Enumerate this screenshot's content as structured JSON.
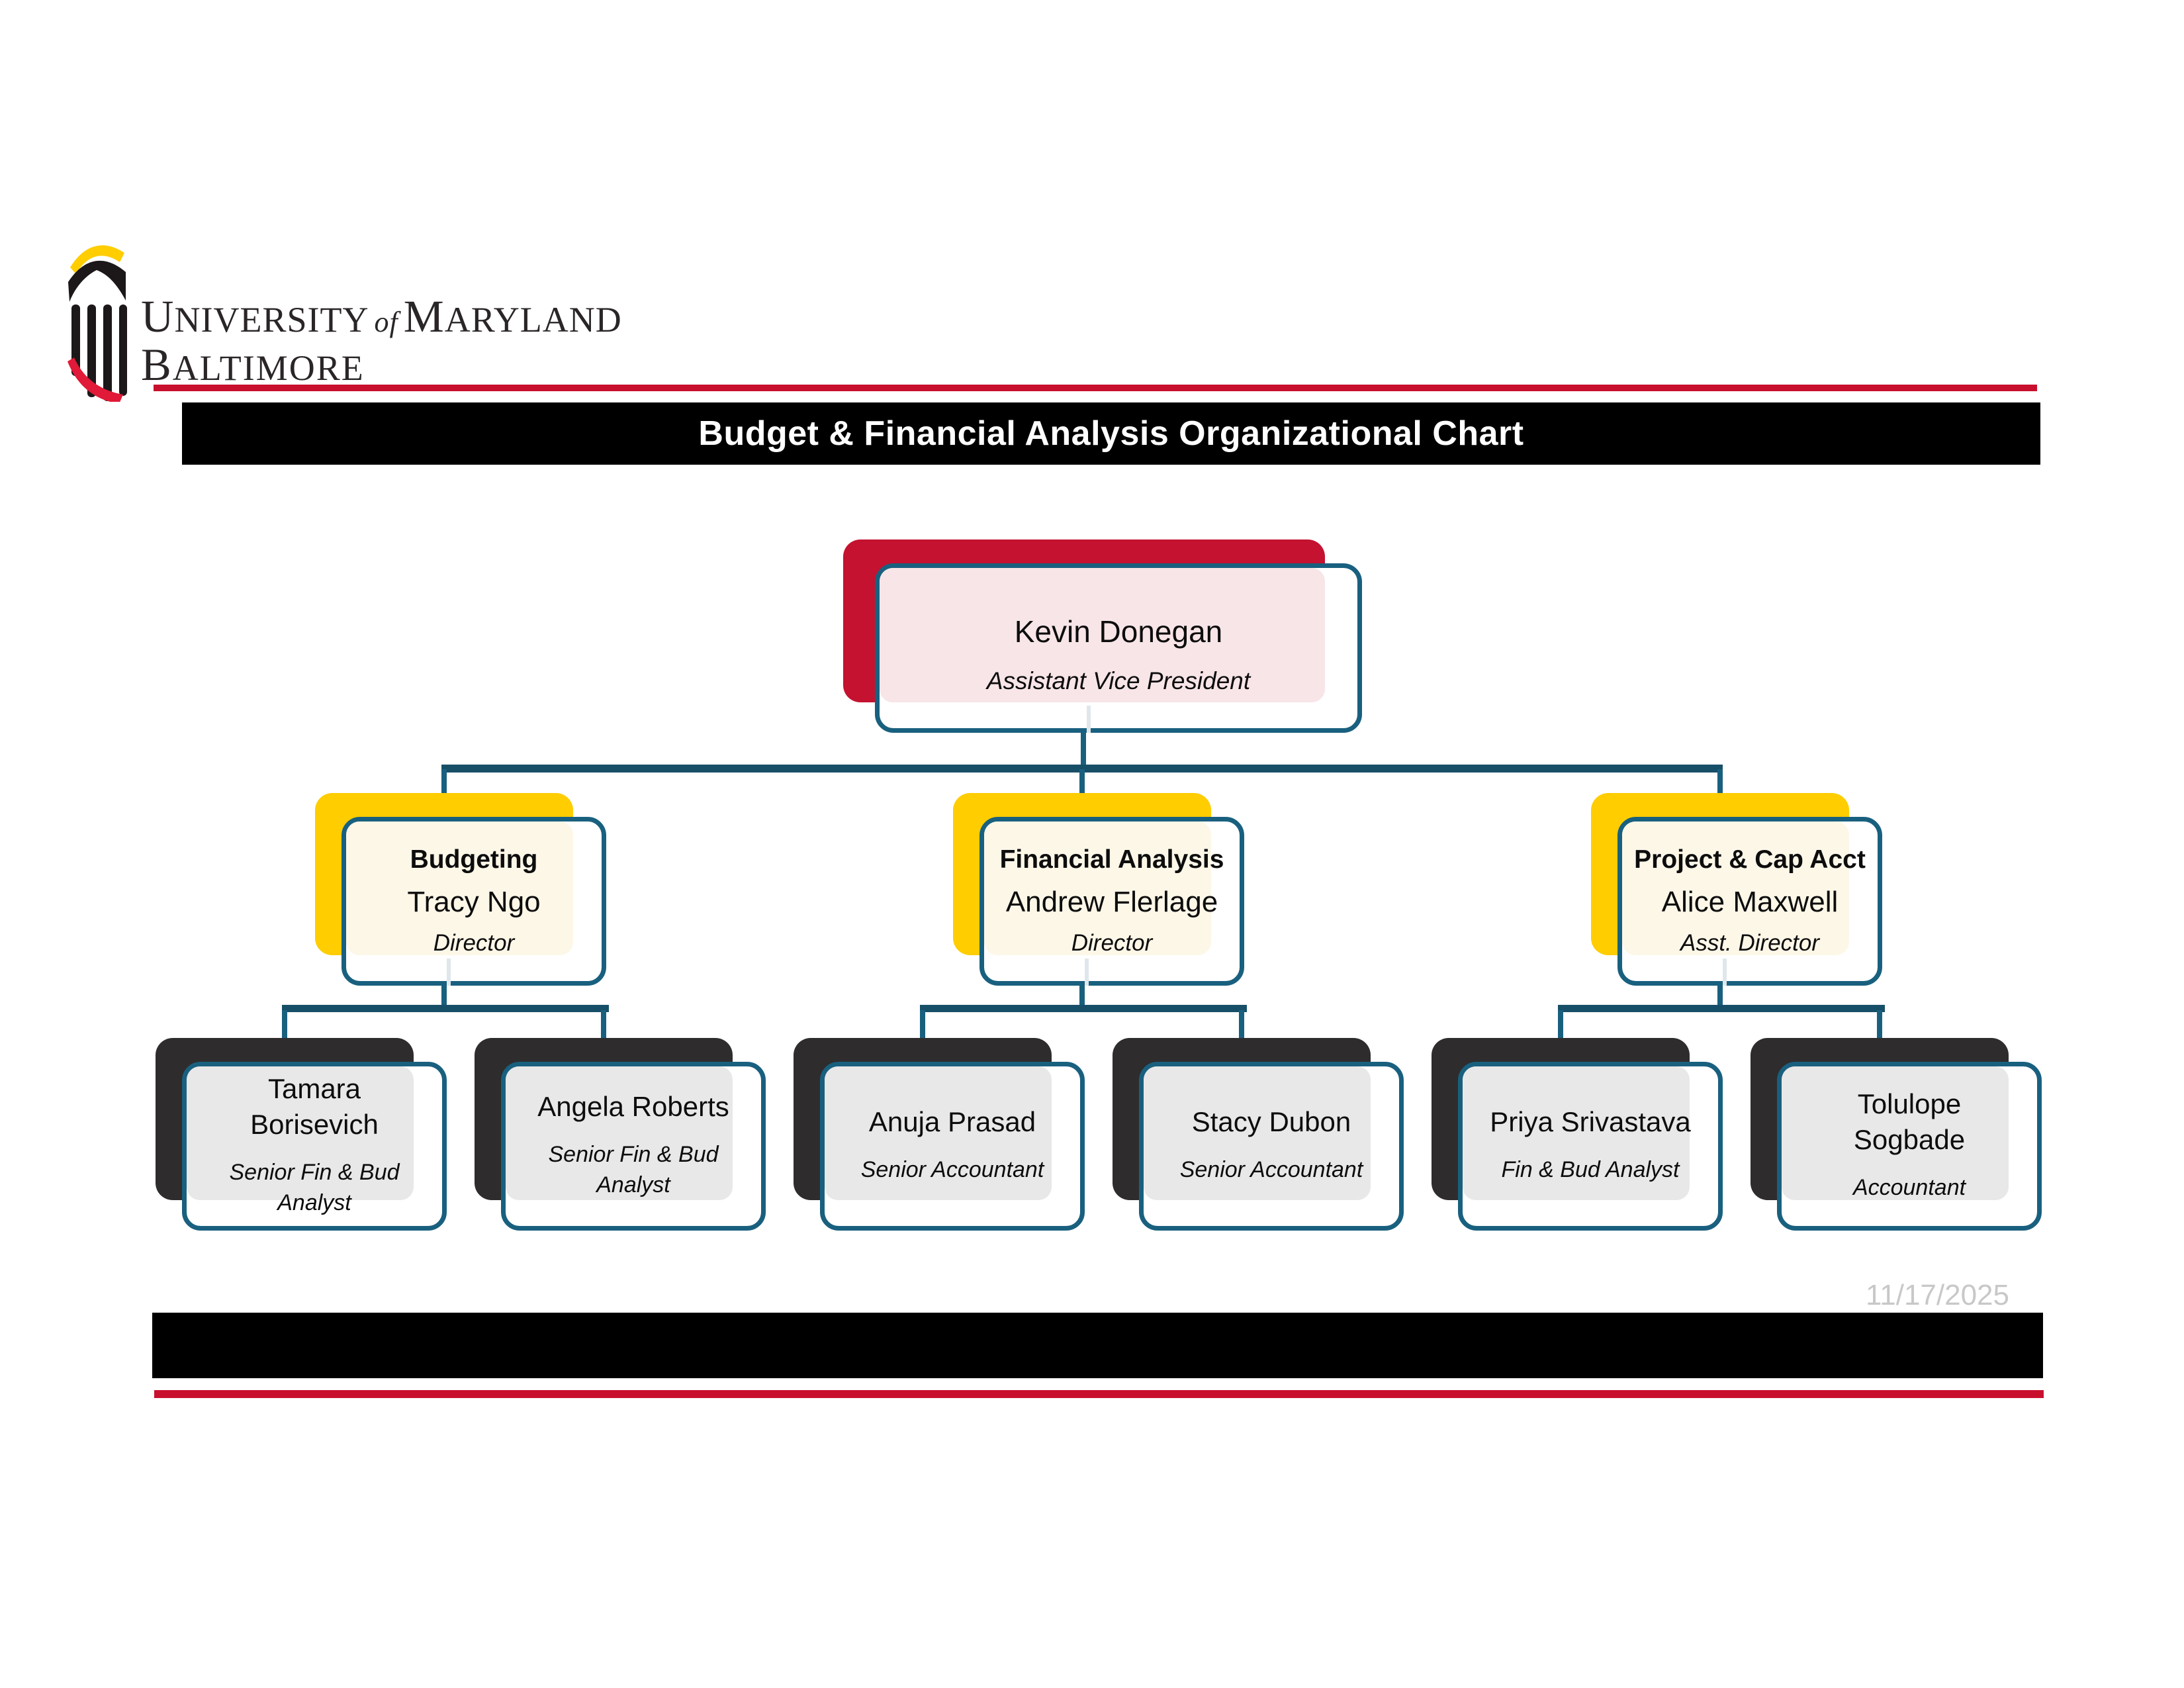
{
  "logo": {
    "word1": "UNIVERSITY",
    "word2": "of",
    "word3": "MARYLAND",
    "word4": "BALTIMORE"
  },
  "slide": {
    "title": "Budget & Financial Analysis Organizational Chart",
    "footer_date": "11/17/2025"
  },
  "colors": {
    "umb_red": "#c8102e",
    "umb_gold": "#ffcd00",
    "border_teal": "#19607f",
    "shadow_charcoal": "#2e2c2d",
    "fill_pink": "#f8e5e8",
    "fill_cream": "#fdf7e8",
    "fill_gray": "#e9e8e8",
    "bar_black": "#000000",
    "date_gray": "#c8c8c8"
  },
  "org": {
    "root": {
      "name": "Kevin Donegan",
      "title": "Assistant Vice President"
    },
    "managers": [
      {
        "dept": "Budgeting",
        "name": "Tracy Ngo",
        "title": "Director"
      },
      {
        "dept": "Financial Analysis",
        "name": "Andrew Flerlage",
        "title": "Director"
      },
      {
        "dept": "Project & Cap Acct",
        "name": "Alice Maxwell",
        "title": "Asst. Director"
      }
    ],
    "staff": [
      {
        "name": "Tamara\nBorisevich",
        "title": "Senior Fin & Bud\nAnalyst"
      },
      {
        "name": "Angela Roberts",
        "title": "Senior Fin & Bud\nAnalyst"
      },
      {
        "name": "Anuja Prasad",
        "title": "Senior Accountant"
      },
      {
        "name": "Stacy Dubon",
        "title": "Senior Accountant"
      },
      {
        "name": "Priya Srivastava",
        "title": "Fin & Bud Analyst"
      },
      {
        "name": "Tolulope\nSogbade",
        "title": "Accountant"
      }
    ]
  }
}
